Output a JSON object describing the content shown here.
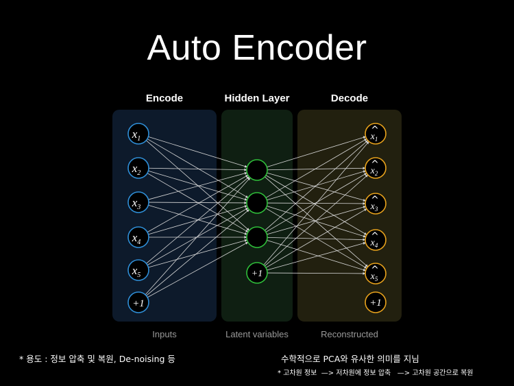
{
  "title": "Auto Encoder",
  "sections": {
    "encode": "Encode",
    "hidden": "Hidden Layer",
    "decode": "Decode"
  },
  "captions": {
    "inputs": "Inputs",
    "latent": "Latent variables",
    "reconstructed": "Reconstructed"
  },
  "input_nodes": [
    {
      "var": "x",
      "sub": "1"
    },
    {
      "var": "x",
      "sub": "2"
    },
    {
      "var": "x",
      "sub": "3"
    },
    {
      "var": "x",
      "sub": "4"
    },
    {
      "var": "x",
      "sub": "5"
    },
    {
      "var": "+1",
      "sub": ""
    }
  ],
  "hidden_nodes": [
    {
      "label": ""
    },
    {
      "label": ""
    },
    {
      "label": ""
    },
    {
      "label": "+1"
    }
  ],
  "output_nodes": [
    {
      "hat": "^",
      "var": "x",
      "sub": "1"
    },
    {
      "hat": "^",
      "var": "x",
      "sub": "2"
    },
    {
      "hat": "^",
      "var": "x",
      "sub": "3"
    },
    {
      "hat": "^",
      "var": "x",
      "sub": "4"
    },
    {
      "hat": "^",
      "var": "x",
      "sub": "5"
    },
    {
      "hat": "",
      "var": "+1",
      "sub": ""
    }
  ],
  "colors": {
    "encode_panel": "#0d1a2b",
    "hidden_panel": "#0f1f12",
    "decode_panel": "#22200f",
    "input_stroke": "#2f8fd8",
    "hidden_stroke": "#2fbf3a",
    "output_stroke": "#e8a21c",
    "edge": "#d8d8d8"
  },
  "notes": {
    "left": "* 용도 : 정보 압축 및 복원, De-noising 등",
    "right_main": "수학적으로 PCA와 유사한 의미를 지님",
    "right_sub": "* 고차원 정보  —> 저차원에 정보 압축   —> 고차원 공간으로 복원"
  }
}
